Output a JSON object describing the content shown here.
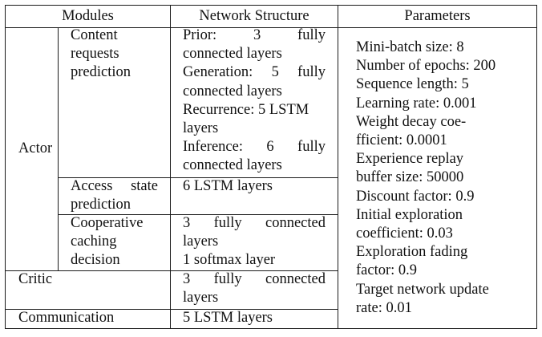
{
  "table": {
    "headers": {
      "modules": "Modules",
      "network": "Network Structure",
      "params": "Parameters"
    },
    "rows": {
      "actor": {
        "label": "Actor",
        "content_requests": {
          "name": [
            "Content",
            "requests",
            "prediction"
          ],
          "structure": {
            "prior_a": "Prior:",
            "prior_b": "3",
            "prior_c": "fully",
            "prior_d": "connected layers",
            "gen_a": "Generation:",
            "gen_b": "5",
            "gen_c": "fully",
            "gen_d": "connected layers",
            "rec_a": "Recurrence: 5 LSTM",
            "rec_b": "layers",
            "inf_a": "Inference:",
            "inf_b": "6",
            "inf_c": "fully",
            "inf_d": "connected layers"
          }
        },
        "access_state": {
          "name_a": "Access",
          "name_b": "state",
          "name_c": "prediction",
          "structure": "6 LSTM layers"
        },
        "cooperative": {
          "name": [
            "Cooperative",
            "caching",
            "decision"
          ],
          "s_a": "3",
          "s_b": "fully",
          "s_c": "connected",
          "s_d": "layers",
          "s_e": "1 softmax layer"
        }
      },
      "critic": {
        "label": "Critic",
        "s_a": "3",
        "s_b": "fully",
        "s_c": "connected",
        "s_d": "layers"
      },
      "communication": {
        "label": "Communication",
        "structure": "5 LSTM layers"
      }
    },
    "parameters": [
      "Mini-batch size: 8",
      "Number of epochs: 200",
      "Sequence length: 5",
      "Learning rate: 0.001",
      "Weight decay coe-",
      "fficient: 0.0001",
      "Experience replay",
      "buffer size: 50000",
      "Discount factor: 0.9",
      "Initial exploration",
      "coefficient: 0.03",
      "Exploration fading",
      "factor: 0.9",
      "Target network update",
      "rate: 0.01"
    ]
  }
}
